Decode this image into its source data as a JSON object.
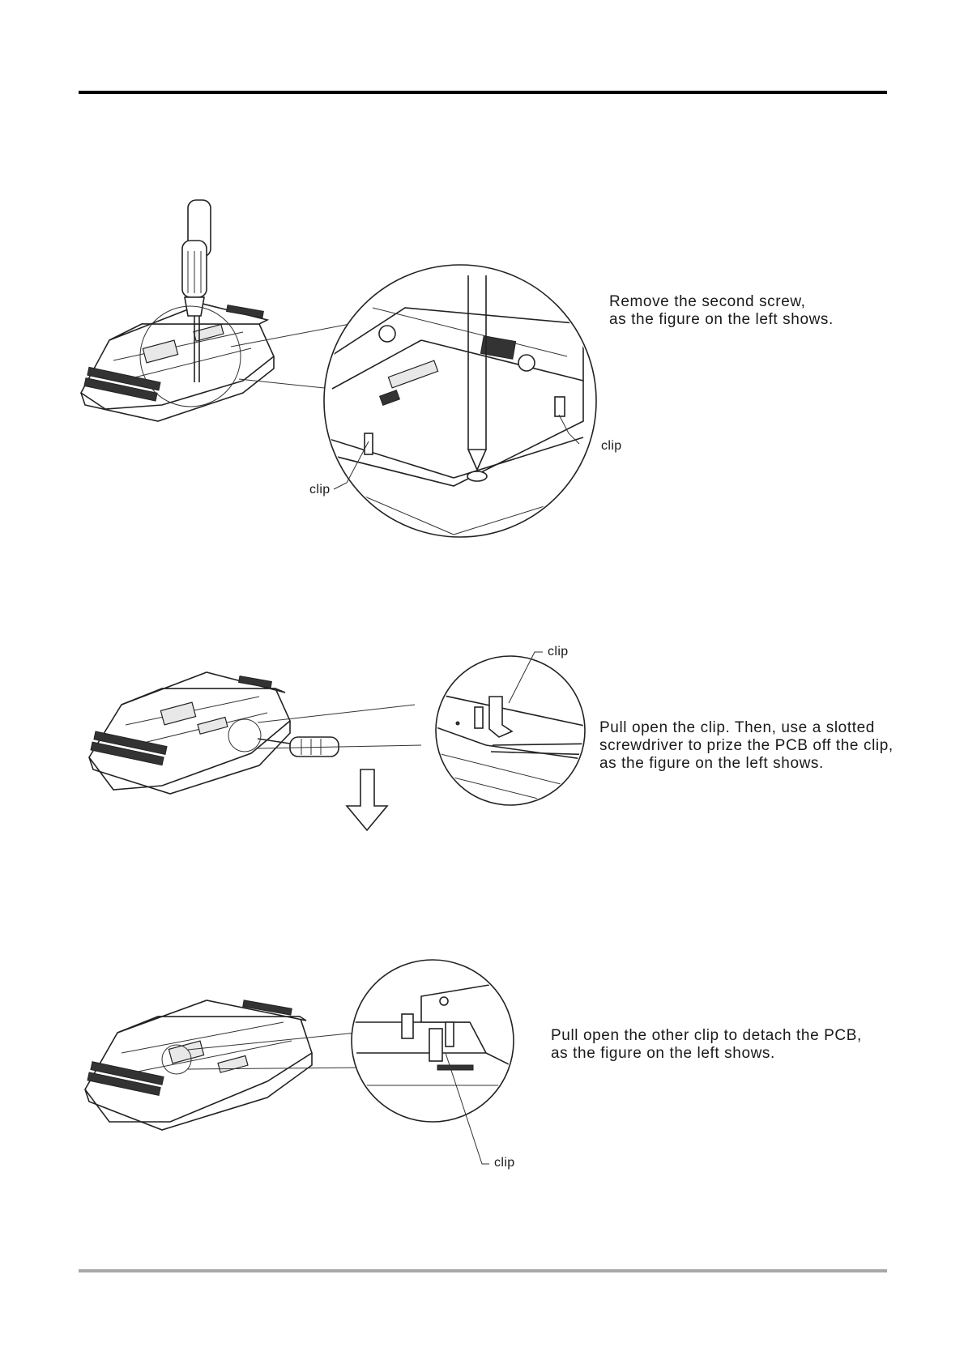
{
  "steps": [
    {
      "instruction": "Remove the second screw,\nas the figure on the left shows.",
      "callouts": [
        "clip",
        "clip"
      ]
    },
    {
      "instruction": "Pull open the clip. Then, use a slotted\nscrewdriver to prize the PCB off the clip,\nas the figure on the left shows.",
      "callouts": [
        "clip"
      ]
    },
    {
      "instruction": "Pull open the other clip to detach the PCB,\nas the figure on the left shows.",
      "callouts": [
        "clip"
      ]
    }
  ]
}
